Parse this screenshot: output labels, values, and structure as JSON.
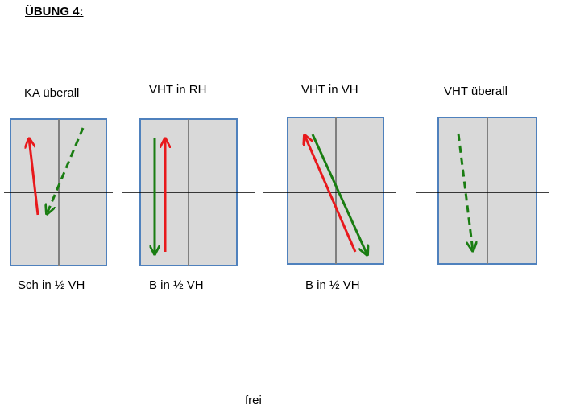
{
  "title": "ÜBUNG 4:",
  "colors": {
    "court_fill": "#d9d9d9",
    "court_border": "#4f81bd",
    "center_line": "#808080",
    "net": "#000000",
    "red_arrow": "#e8191c",
    "green_arrow": "#1a7d12"
  },
  "panels": [
    {
      "top_label": "KA überall",
      "bottom_label": "Sch in ½ VH",
      "red_arrow": "solid",
      "green_arrow": "dashed"
    },
    {
      "top_label": "VHT in RH",
      "bottom_label": "B in ½ VH",
      "red_arrow": "solid",
      "green_arrow": "solid"
    },
    {
      "top_label": "VHT in VH",
      "bottom_label": "B in ½ VH",
      "red_arrow": "solid",
      "green_arrow": "solid"
    },
    {
      "top_label": "VHT überall",
      "bottom_label": "",
      "green_arrow": "dashed"
    }
  ],
  "footer": "frei"
}
